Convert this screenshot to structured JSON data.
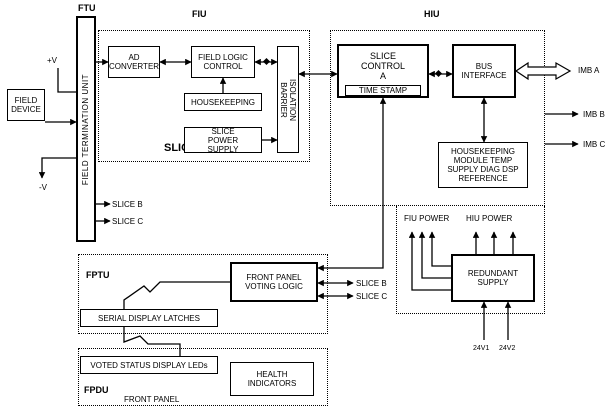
{
  "ftu": {
    "title": "FTU",
    "unit_label": "FIELD TERMINATION UNIT",
    "plus_v": "+V",
    "minus_v": "-V",
    "field_device": "FIELD DEVICE",
    "slice_b": "SLICE B",
    "slice_c": "SLICE C"
  },
  "fiu": {
    "title": "FIU",
    "ad_converter": "AD CONVERTER",
    "field_logic_control": "FIELD LOGIC CONTROL",
    "housekeeping": "HOUSEKEEPING",
    "slice_power_supply": "SLICE POWER SUPPLY",
    "isolation_barrier": "ISOLATION BARRIER",
    "slice_a": "SLICE A"
  },
  "hiu": {
    "title": "HIU",
    "slice_control": "SLICE CONTROL A",
    "time_stamp": "TIME STAMP",
    "bus_interface": "BUS INTERFACE",
    "imb_a": "IMB A",
    "imb_b": "IMB B",
    "imb_c": "IMB C",
    "housekeeping_module": "HOUSEKEEPING MODULE TEMP SUPPLY DIAG DSP REFERENCE",
    "fiu_power": "FIU POWER",
    "hiu_power": "HIU POWER",
    "redundant_supply": "REDUNDANT SUPPLY",
    "v24_1": "24V1",
    "v24_2": "24V2"
  },
  "fptu": {
    "title": "FPTU",
    "voting_logic": "FRONT PANEL VOTING LOGIC",
    "slice_b": "SLICE B",
    "slice_c": "SLICE C",
    "serial_latches": "SERIAL DISPLAY LATCHES"
  },
  "fpdu": {
    "title": "FPDU",
    "voted_leds": "VOTED STATUS DISPLAY LEDs",
    "health_indicators": "HEALTH INDICATORS",
    "front_panel": "FRONT PANEL"
  }
}
